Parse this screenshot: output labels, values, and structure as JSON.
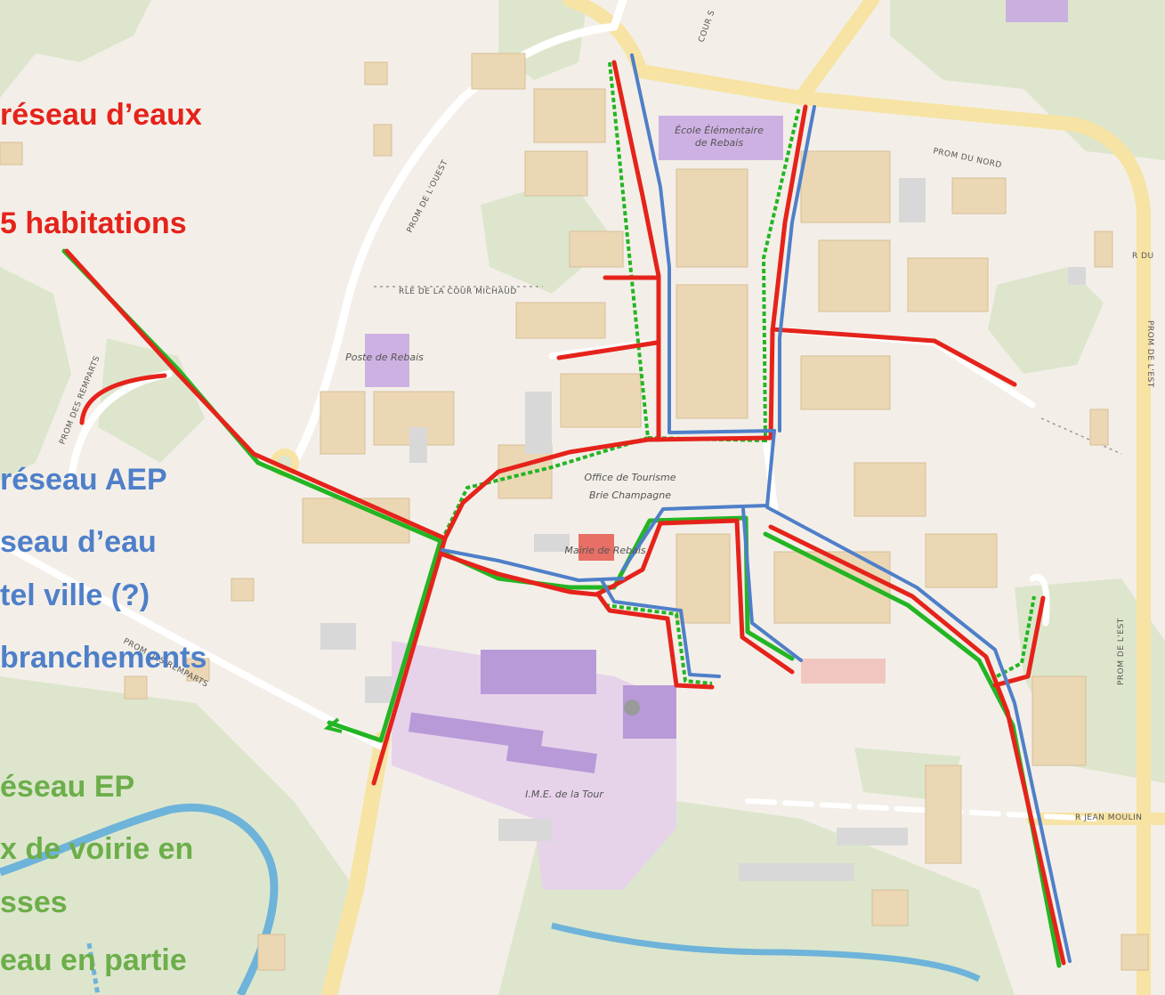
{
  "colors": {
    "background": "#f3efe8",
    "vegetation": "#dde6cd",
    "building": "#ecd7b4",
    "road": "#ffffff",
    "main_road": "#f7e3a3",
    "river": "#6eb3d9",
    "school": "#c7a6e2",
    "municipal": "#e4584e",
    "wastewater_network": "#e5231b",
    "drinking_water_network": "#4f7fc9",
    "stormwater_network": "#23b523",
    "annotation_red": "#e5231b",
    "annotation_blue": "#4f7fc9",
    "annotation_green": "#6cae4a"
  },
  "annotations": {
    "red_1": "réseau d’eaux",
    "red_2": "5 habitations",
    "blue_1": "réseau AEP",
    "blue_2": "seau d’eau",
    "blue_3": "tel ville (?)",
    "blue_4": "branchements",
    "green_1": "éseau EP",
    "green_2": "x de voirie en",
    "green_3": "sses",
    "green_4": "eau en partie"
  },
  "streets": {
    "cour_s": "COUR S",
    "prom_ouest": "PROM DE L'OUEST",
    "prom_nord": "PROM DU NORD",
    "r_du": "R DU",
    "prom_est_1": "PROM DE L'EST",
    "prom_est_2": "PROM DE L'EST",
    "rle_cour_michaud": "RLE DE LA COUR MICHAUD",
    "prom_remparts_1": "PROM DES REMPARTS",
    "prom_remparts_2": "PROM DES REMPARTS",
    "r_jean_moulin": "R JEAN MOULIN"
  },
  "places": {
    "ecole_1": "École Élémentaire",
    "ecole_2": "de Rebais",
    "poste": "Poste de Rebais",
    "office_1": "Office de Tourisme",
    "office_2": "Brie Champagne",
    "mairie": "Mairie de Rebais",
    "ime": "I.M.E. de la Tour"
  }
}
